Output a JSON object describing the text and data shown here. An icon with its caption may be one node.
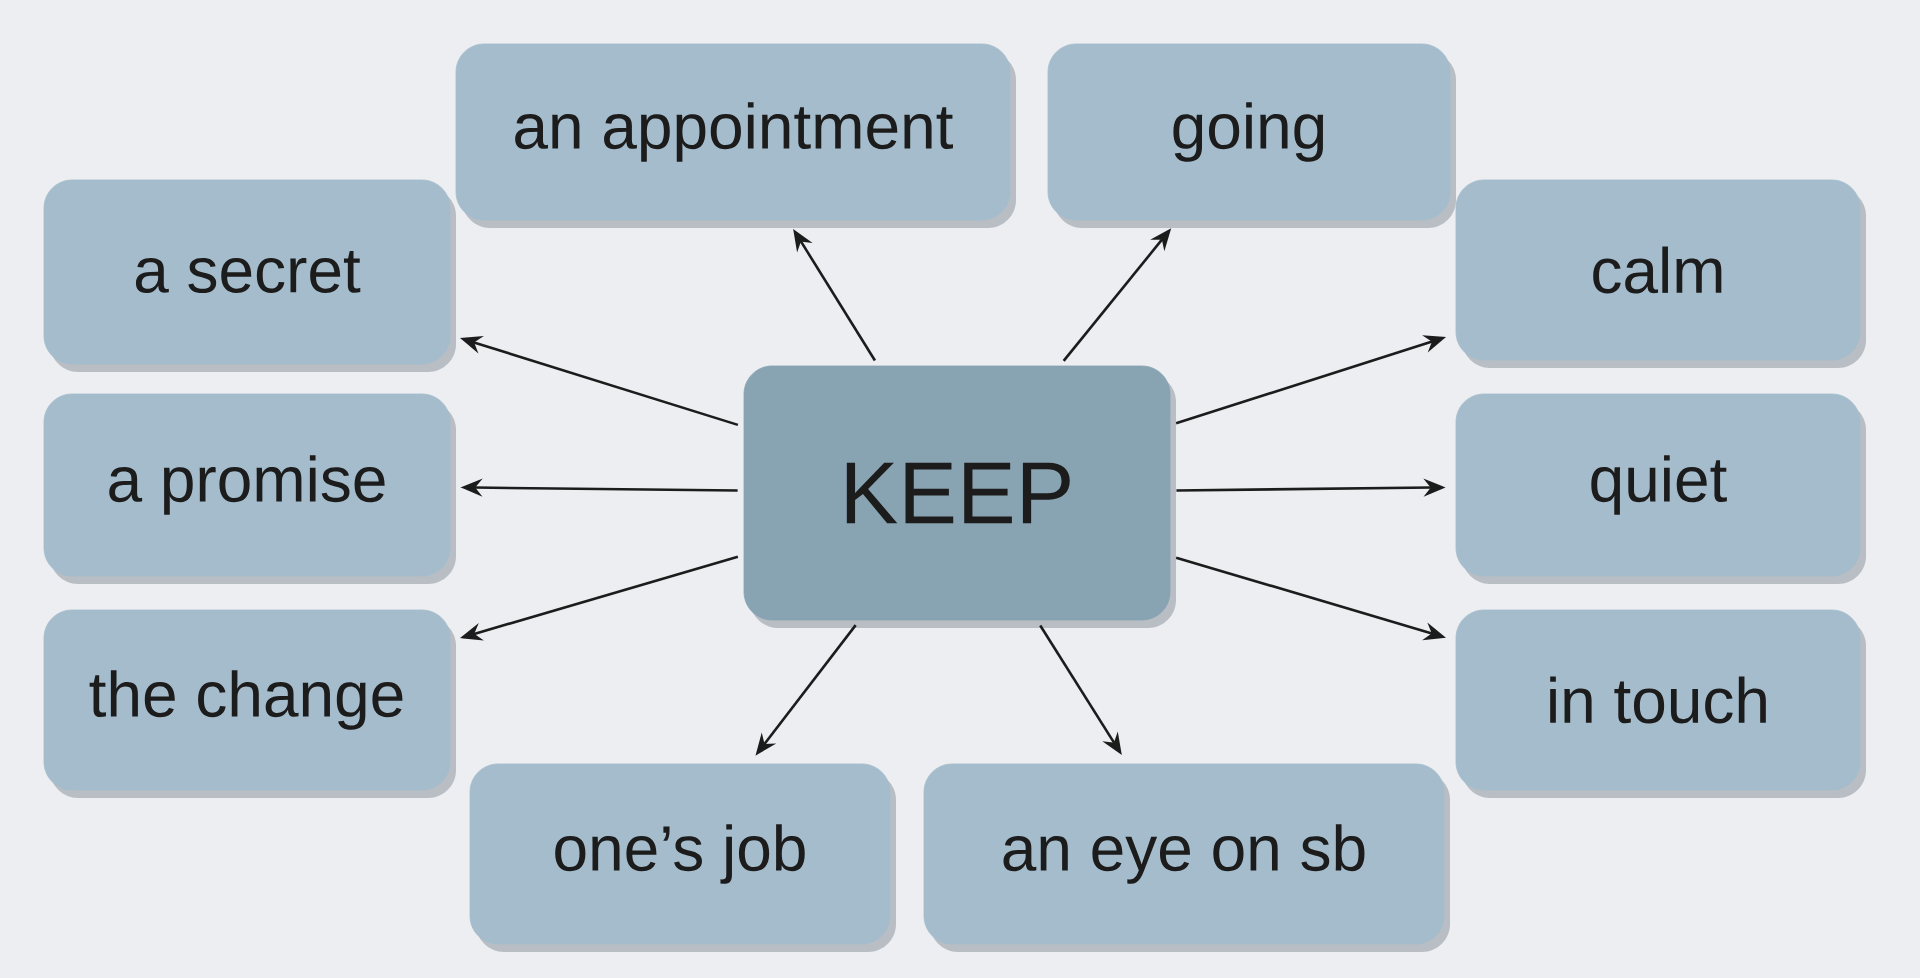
{
  "diagram": {
    "nodes": [
      {
        "text": [
          "an appointment"
        ]
      },
      {
        "text": [
          "going"
        ]
      },
      {
        "text": [
          "a secret"
        ]
      },
      {
        "text": [
          "calm"
        ]
      },
      {
        "text": [
          "a promise"
        ]
      },
      {
        "text": [
          "KEEP"
        ]
      },
      {
        "text": [
          "quiet"
        ]
      },
      {
        "text": [
          "the change"
        ]
      },
      {
        "text": [
          "in touch"
        ]
      },
      {
        "text": [
          "one’s job"
        ]
      },
      {
        "text": [
          "an eye on sb"
        ]
      }
    ],
    "edges": [
      {
        "from": 5,
        "to": 0,
        "arrow": "to"
      },
      {
        "from": 5,
        "to": 1,
        "arrow": "to"
      },
      {
        "from": 5,
        "to": 2,
        "arrow": "to"
      },
      {
        "from": 5,
        "to": 3,
        "arrow": "to"
      },
      {
        "from": 5,
        "to": 4,
        "arrow": "to"
      },
      {
        "from": 5,
        "to": 6,
        "arrow": "to"
      },
      {
        "from": 5,
        "to": 7,
        "arrow": "to"
      },
      {
        "from": 5,
        "to": 8,
        "arrow": "to"
      },
      {
        "from": 5,
        "to": 9,
        "arrow": "to"
      },
      {
        "from": 5,
        "to": 10,
        "arrow": "to"
      }
    ]
  }
}
